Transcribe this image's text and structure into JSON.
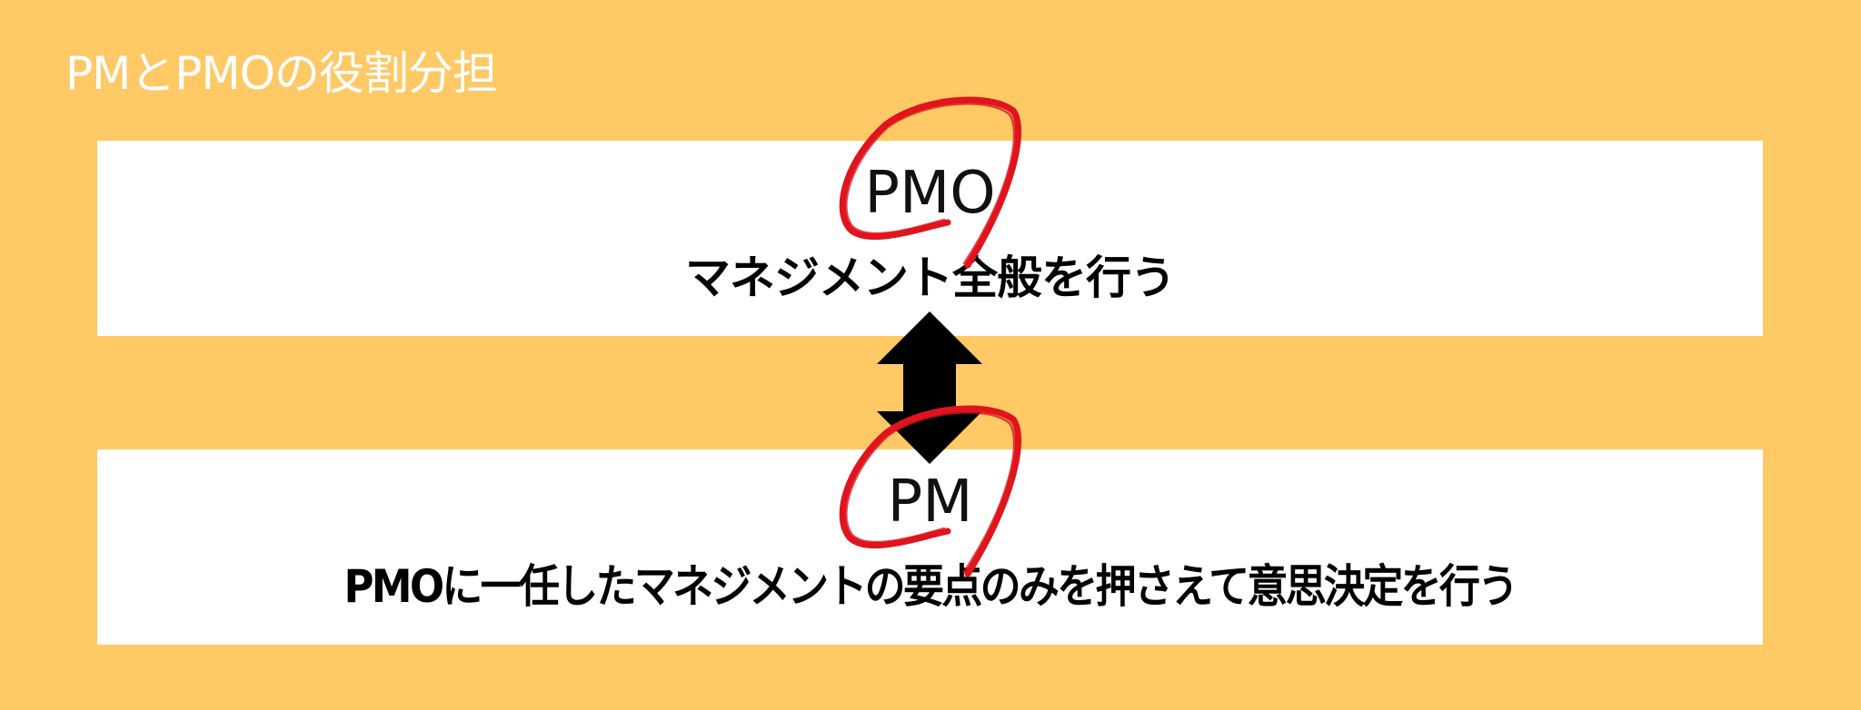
{
  "slide": {
    "title": "PMとPMOの役割分担",
    "background_color": "#FFC966",
    "box_color": "#FFFFFF",
    "highlight_color": "#E0141C"
  },
  "roles": [
    {
      "name": "PMO",
      "description": "マネジメント全般を行う"
    },
    {
      "name": "PM",
      "description": "PMOに一任したマネジメントの要点のみを押さえて意思決定を行う"
    }
  ],
  "connector": {
    "icon": "double-headed-vertical-arrow"
  },
  "annotations": {
    "icon": "red-hand-drawn-circle"
  }
}
